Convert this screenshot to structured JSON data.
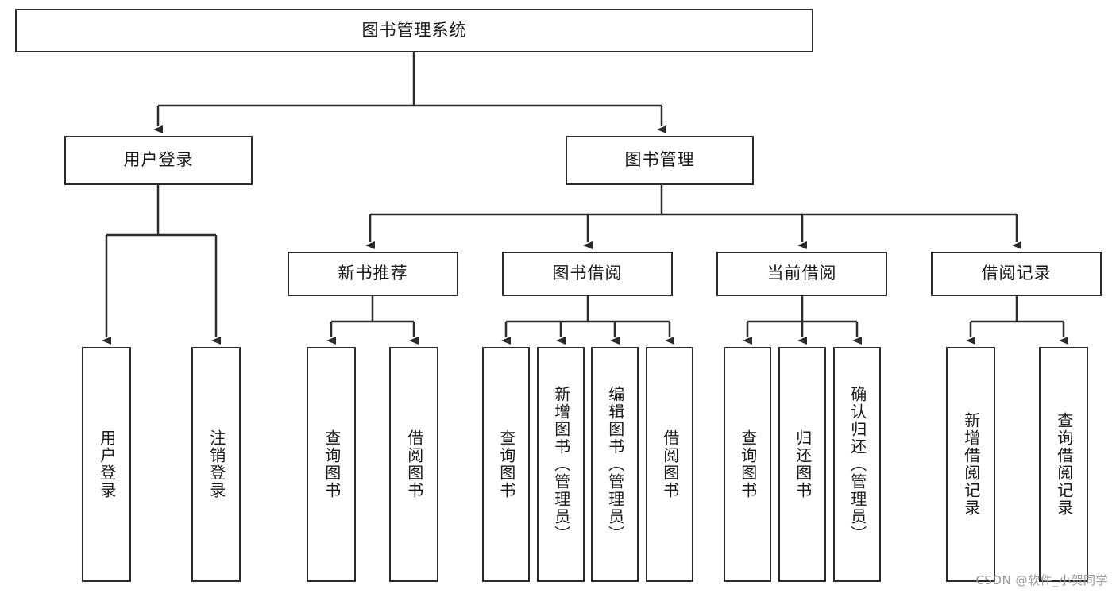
{
  "diagram": {
    "title": "图书管理系统",
    "type": "tree-hierarchy",
    "root": {
      "label": "图书管理系统"
    },
    "level2": [
      {
        "label": "用户登录"
      },
      {
        "label": "图书管理"
      }
    ],
    "level3": [
      {
        "label": "新书推荐"
      },
      {
        "label": "图书借阅"
      },
      {
        "label": "当前借阅"
      },
      {
        "label": "借阅记录"
      }
    ],
    "leaves": {
      "user_login": [
        {
          "label": "用户登录"
        },
        {
          "label": "注销登录"
        }
      ],
      "new_book_recommend": [
        {
          "label": "查询图书"
        },
        {
          "label": "借阅图书"
        }
      ],
      "book_borrow": [
        {
          "label": "查询图书"
        },
        {
          "label": "新增图书（管理员）"
        },
        {
          "label": "编辑图书（管理员）"
        },
        {
          "label": "借阅图书"
        }
      ],
      "current_borrow": [
        {
          "label": "查询图书"
        },
        {
          "label": "归还图书"
        },
        {
          "label": "确认归还（管理员）"
        }
      ],
      "borrow_record": [
        {
          "label": "新增借阅记录"
        },
        {
          "label": "查询借阅记录"
        }
      ]
    }
  },
  "watermark": {
    "text": "CSDN @软件_小贺同学"
  },
  "colors": {
    "stroke": "#2b2b2b",
    "background": "#ffffff",
    "text": "#1a1a1a",
    "watermark": "#9a9a9a"
  }
}
